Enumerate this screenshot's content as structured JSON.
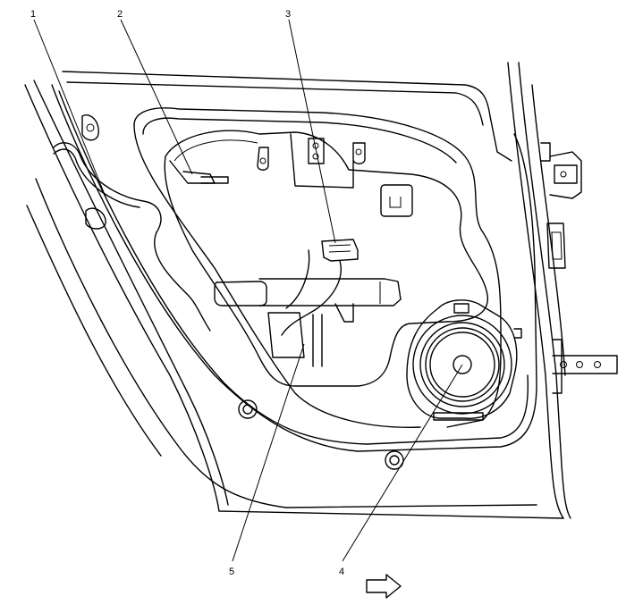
{
  "callouts": [
    {
      "id": "1",
      "label": "1"
    },
    {
      "id": "2",
      "label": "2"
    },
    {
      "id": "3",
      "label": "3"
    },
    {
      "id": "4",
      "label": "4"
    },
    {
      "id": "5",
      "label": "5"
    }
  ],
  "arrow_icon": "forward-arrow-icon",
  "colors": {
    "line": "#000000",
    "background": "#ffffff"
  }
}
